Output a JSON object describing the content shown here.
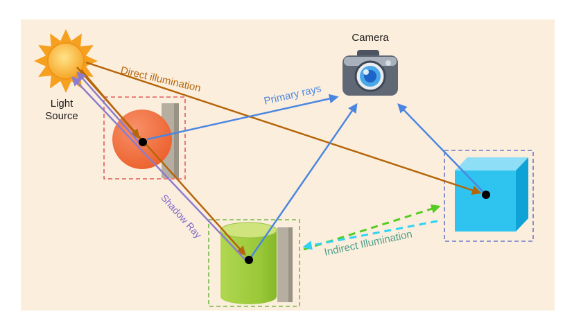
{
  "labels": {
    "light_source": "Light Source",
    "camera": "Camera"
  },
  "ray_labels": {
    "direct_illumination": "Direct illumination",
    "primary_rays": "Primary rays",
    "shadow_ray": "Shadow Ray",
    "indirect_illumination": "Indirect Illumination"
  },
  "colors": {
    "background": "#fceedd",
    "direct_ray": "#b4660b",
    "primary_ray": "#4a86e0",
    "shadow_ray": "#8d7ccc",
    "shadow_ray_label": "#7b68c8",
    "indirect_green": "#55cc22",
    "indirect_cyan": "#2ed3f5",
    "indirect_label": "#4d9f8c",
    "sun": "#f6a01f",
    "sphere": "#f1703f",
    "cylinder": "#9ccb3c",
    "cube_front": "#2fc4ef",
    "cube_top": "#8fdef7",
    "cube_side": "#0fa2d6",
    "sphere_box": "#e05c5c",
    "cylinder_box": "#74b843",
    "cube_box": "#6b79c8",
    "hit_point": "#000000"
  },
  "icons": {
    "sun": "sun-icon",
    "camera": "camera-icon"
  }
}
